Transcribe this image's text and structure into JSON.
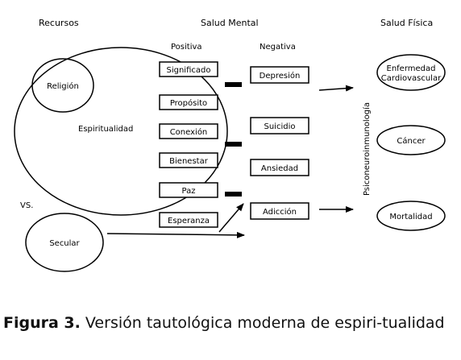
{
  "headers": {
    "resources": "Recursos",
    "mental_health": "Salud Mental",
    "physical_health": "Salud Física",
    "positive": "Positiva",
    "negative": "Negativa"
  },
  "resources": {
    "religion": "Religión",
    "spirituality": "Espiritualidad",
    "vs": "VS.",
    "secular": "Secular"
  },
  "positive_items": [
    "Significado",
    "Propósito",
    "Conexión",
    "Bienestar",
    "Paz",
    "Esperanza"
  ],
  "negative_items": [
    "Depresión",
    "Suicidio",
    "Ansiedad",
    "Adicción"
  ],
  "mediator": "Psiconeuroinmunología",
  "physical_outcomes": {
    "cardio_line1": "Enfermedad",
    "cardio_line2": "Cardiovascular",
    "cancer": "Cáncer",
    "mortality": "Mortalidad"
  },
  "caption": {
    "label": "Figura 3.",
    "text": " Versión tautológica moderna de espiri-tualidad"
  }
}
